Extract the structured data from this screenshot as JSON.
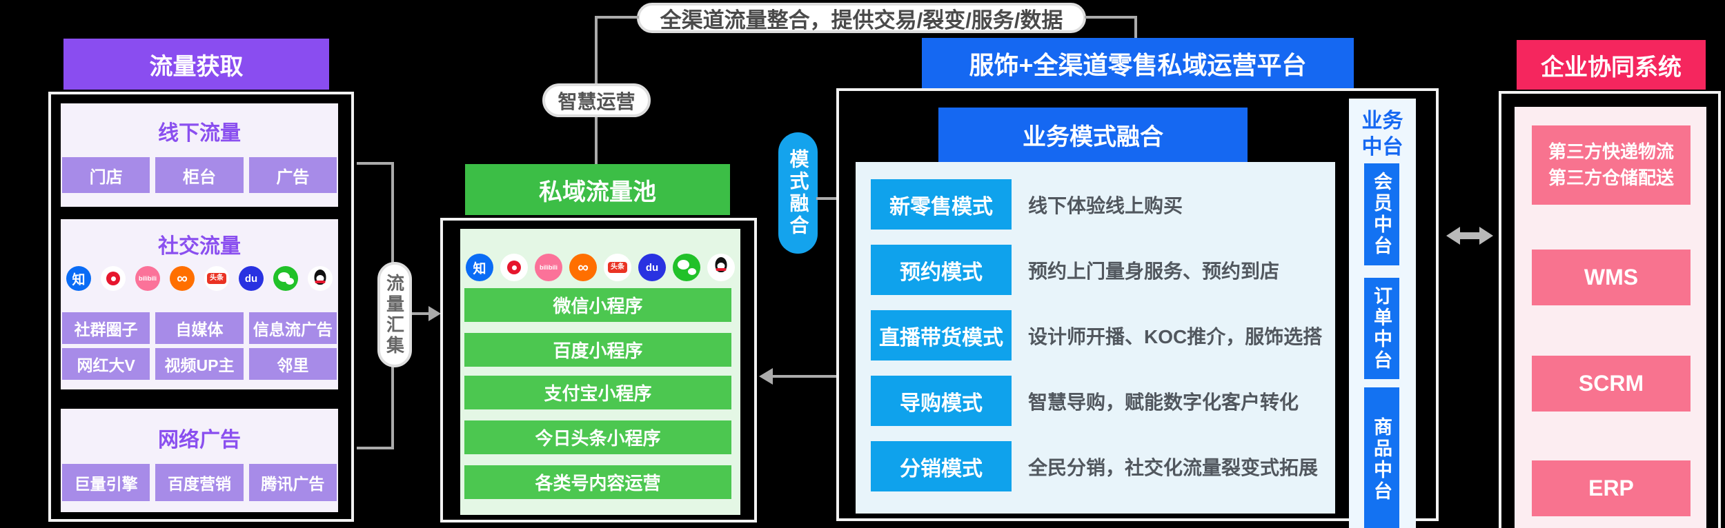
{
  "colors": {
    "purple": "#8A4DF0",
    "purple_light": "#A78BE8",
    "green": "#3CBE46",
    "green_btn": "#4CC750",
    "blue": "#1568F2",
    "cyan": "#0FA2EC",
    "pink": "#F5265E",
    "pink_btn": "#F8738F",
    "line_gray": "#ABABAB",
    "background": "#000000"
  },
  "top_banner": {
    "label": "全渠道流量整合，提供交易/裂变/服务/数据"
  },
  "connectors": {
    "smart_ops": "智慧运营",
    "traffic_collect": "流量汇集",
    "mode_fusion": "模式融合"
  },
  "acquisition": {
    "title": "流量获取",
    "offline": {
      "title": "线下流量",
      "buttons": [
        "门店",
        "柜台",
        "广告"
      ]
    },
    "social": {
      "title": "社交流量",
      "buttons_row1": [
        "社群圈子",
        "自媒体",
        "信息流广告"
      ],
      "buttons_row2": [
        "网红大V",
        "视频UP主",
        "邻里"
      ]
    },
    "network": {
      "title": "网络广告",
      "buttons": [
        "巨量引擎",
        "百度营销",
        "腾讯广告"
      ]
    }
  },
  "icons": [
    {
      "name": "zhihu-icon",
      "label": "知"
    },
    {
      "name": "weibo-icon",
      "label": ""
    },
    {
      "name": "bilibili-icon",
      "label": "bilibili"
    },
    {
      "name": "kuaishou-icon",
      "label": "∞"
    },
    {
      "name": "toutiao-icon",
      "label": "头条"
    },
    {
      "name": "baidu-icon",
      "label": "du"
    },
    {
      "name": "wechat-icon",
      "label": ""
    },
    {
      "name": "qq-icon",
      "label": ""
    }
  ],
  "private_pool": {
    "title": "私域流量池",
    "buttons": [
      "微信小程序",
      "百度小程序",
      "支付宝小程序",
      "今日头条小程序",
      "各类号内容运营"
    ]
  },
  "platform": {
    "title": "服饰+全渠道零售私域运营平台",
    "fusion_title": "业务模式融合",
    "rows": [
      {
        "label": "新零售模式",
        "desc": "线下体验线上购买"
      },
      {
        "label": "预约模式",
        "desc": "预约上门量身服务、预约到店"
      },
      {
        "label": "直播带货模式",
        "desc": "设计师开播、KOC推介，服饰选搭"
      },
      {
        "label": "导购模式",
        "desc": "智慧导购，赋能数字化客户转化"
      },
      {
        "label": "分销模式",
        "desc": "全民分销，社交化流量裂变式拓展"
      }
    ],
    "middle_office": {
      "title_line1": "业务",
      "title_line2": "中台",
      "items": [
        "会员中台",
        "订单中台",
        "商品中台"
      ]
    }
  },
  "collaboration": {
    "title": "企业协同系统",
    "boxes": [
      {
        "line1": "第三方快递物流",
        "line2": "第三方仓储配送"
      },
      {
        "line1": "WMS"
      },
      {
        "line1": "SCRM"
      },
      {
        "line1": "ERP"
      }
    ]
  }
}
